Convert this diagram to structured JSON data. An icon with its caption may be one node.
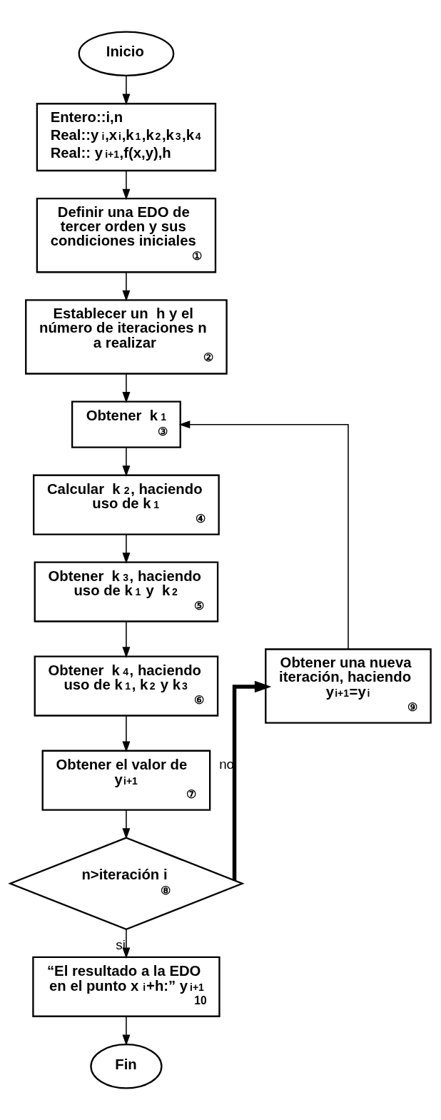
{
  "diagram": {
    "nodes": [
      {
        "text": [
          "Inicio"
        ]
      },
      {
        "text": [
          "Entero::i,n",
          "Real::y$_{i}$,x$_{i}$,k$_{1}$,k$_{2}$,k$_{3}$,k$_{4}$",
          "Real:: y$_{i+1}$,f(x,y),h"
        ]
      },
      {
        "text": [
          "Definir una EDO de tercer orden y sus condiciones iniciales",
          "①"
        ]
      },
      {
        "text": [
          "Establecer un  h y el número de iteraciones n a realizar",
          "②"
        ]
      },
      {
        "text": [
          "Obtener  k$_{1}$",
          "③"
        ]
      },
      {
        "text": [
          "Calcular  k$_{2}$, haciendo uso de k$_{1}$",
          "④"
        ]
      },
      {
        "text": [
          "Obtener  k$_{3}$, haciendo uso de k$_{1}$ y  k$_{2}$",
          "⑤"
        ]
      },
      {
        "text": [
          "Obtener  k$_{4}$, haciendo uso de k$_{1}$, k$_{2}$ y k$_{3}$",
          "⑥"
        ]
      },
      {
        "text": [
          "Obtener el valor de  y$_{i+1}$",
          "⑦"
        ]
      },
      {
        "text": [
          "n>iteración i",
          "⑧"
        ]
      },
      {
        "text": [
          "Obtener una nueva iteración, haciendo y$_{i+1}$=y$_{i}$",
          "⑨"
        ]
      },
      {
        "text": [
          "“El resultado a la EDO en el punto x$_{i}$+h:” y$_{i+1}$",
          "10"
        ]
      },
      {
        "text": [
          "Fin"
        ]
      }
    ],
    "edges": [
      {
        "from": 0,
        "to": 1,
        "arrow": "to"
      },
      {
        "from": 1,
        "to": 2,
        "arrow": "to"
      },
      {
        "from": 2,
        "to": 3,
        "arrow": "to"
      },
      {
        "from": 3,
        "to": 4,
        "arrow": "to"
      },
      {
        "from": 4,
        "to": 5,
        "arrow": "to"
      },
      {
        "from": 5,
        "to": 6,
        "arrow": "to"
      },
      {
        "from": 6,
        "to": 7,
        "arrow": "to"
      },
      {
        "from": 7,
        "to": 8,
        "arrow": "to"
      },
      {
        "from": 8,
        "to": 9,
        "arrow": "to"
      },
      {
        "from": 9,
        "to": 10,
        "label": "no",
        "arrow": "to",
        "style": "thick"
      },
      {
        "from": 10,
        "to": 4,
        "arrow": "to"
      },
      {
        "from": 9,
        "to": 11,
        "label": "si",
        "arrow": "to"
      },
      {
        "from": 11,
        "to": 12,
        "arrow": "to"
      }
    ]
  }
}
